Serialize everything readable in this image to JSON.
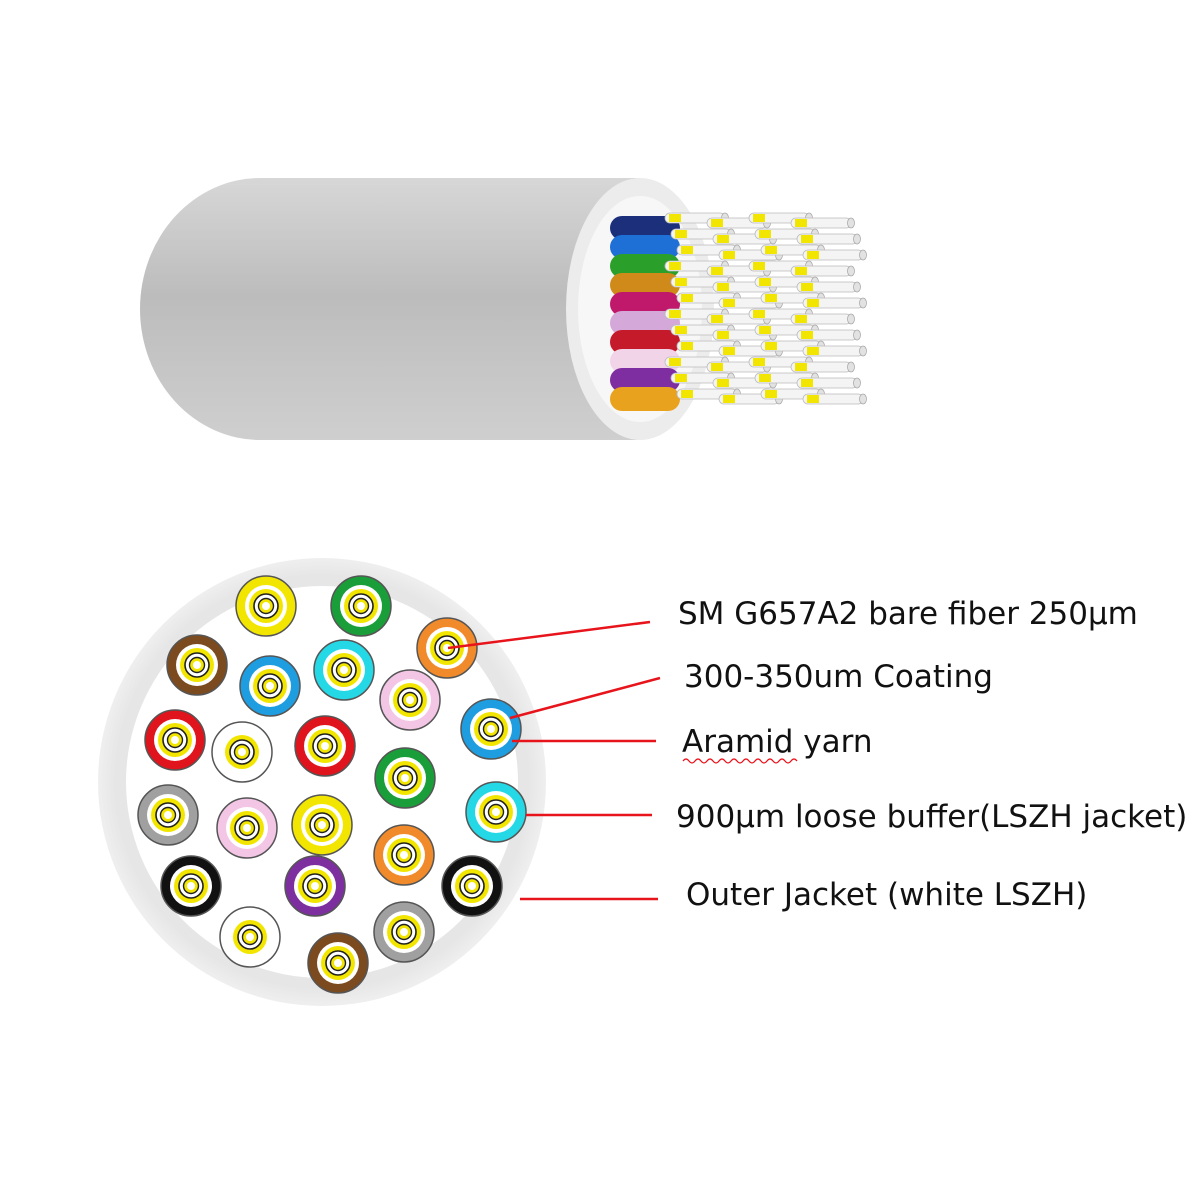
{
  "callouts": [
    {
      "id": "bare-fiber",
      "label": "SM G657A2 bare fiber 250μm"
    },
    {
      "id": "coating",
      "label": "300-350um Coating"
    },
    {
      "id": "aramid-yarn",
      "label": "Aramid yarn"
    },
    {
      "id": "loose-buffer",
      "label": "900μm loose buffer(LSZH jacket)"
    },
    {
      "id": "outer-jacket",
      "label": "Outer Jacket (white LSZH)"
    }
  ],
  "colors": {
    "callout_line": "#e8141c",
    "jacket": "#e9e9e9",
    "cable_body": "#bdbdbd",
    "aramid": "#f2e600",
    "core": "#ffffff"
  },
  "buffer_colors": [
    "#f2e600",
    "#1a9e3a",
    "#f08a2a",
    "#7b4a1e",
    "#1e9ee0",
    "#25d8e6",
    "#f4c6e6",
    "#e0141c",
    "#ffffff",
    "#e0141c",
    "#1e9ee0",
    "#1a9e3a",
    "#a0a0a0",
    "#f4c6e6",
    "#f2e600",
    "#25d8e6",
    "#f08a2a",
    "#111111",
    "#7d2fa0",
    "#111111",
    "#ffffff",
    "#a0a0a0",
    "#7b4a1e"
  ]
}
